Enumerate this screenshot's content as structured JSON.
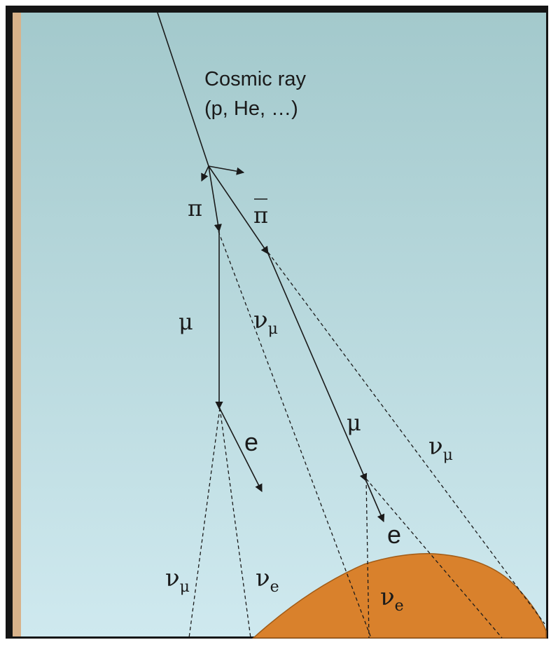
{
  "diagram": {
    "title_line1": "Cosmic ray",
    "title_line2": "(p, He, …)",
    "labels": {
      "pi": "π",
      "pi_bar": "π",
      "mu_left": "μ",
      "mu_right": "μ",
      "nu": "ν",
      "sub_mu": "μ",
      "sub_e": "e",
      "electron": "e"
    },
    "colors": {
      "sky_top": "#a3c9cc",
      "sky_bottom": "#cfe9ef",
      "earth": "#d9812c",
      "earth_edge": "#a15b16",
      "frame": "#111111",
      "line": "#1a1a1a"
    }
  }
}
